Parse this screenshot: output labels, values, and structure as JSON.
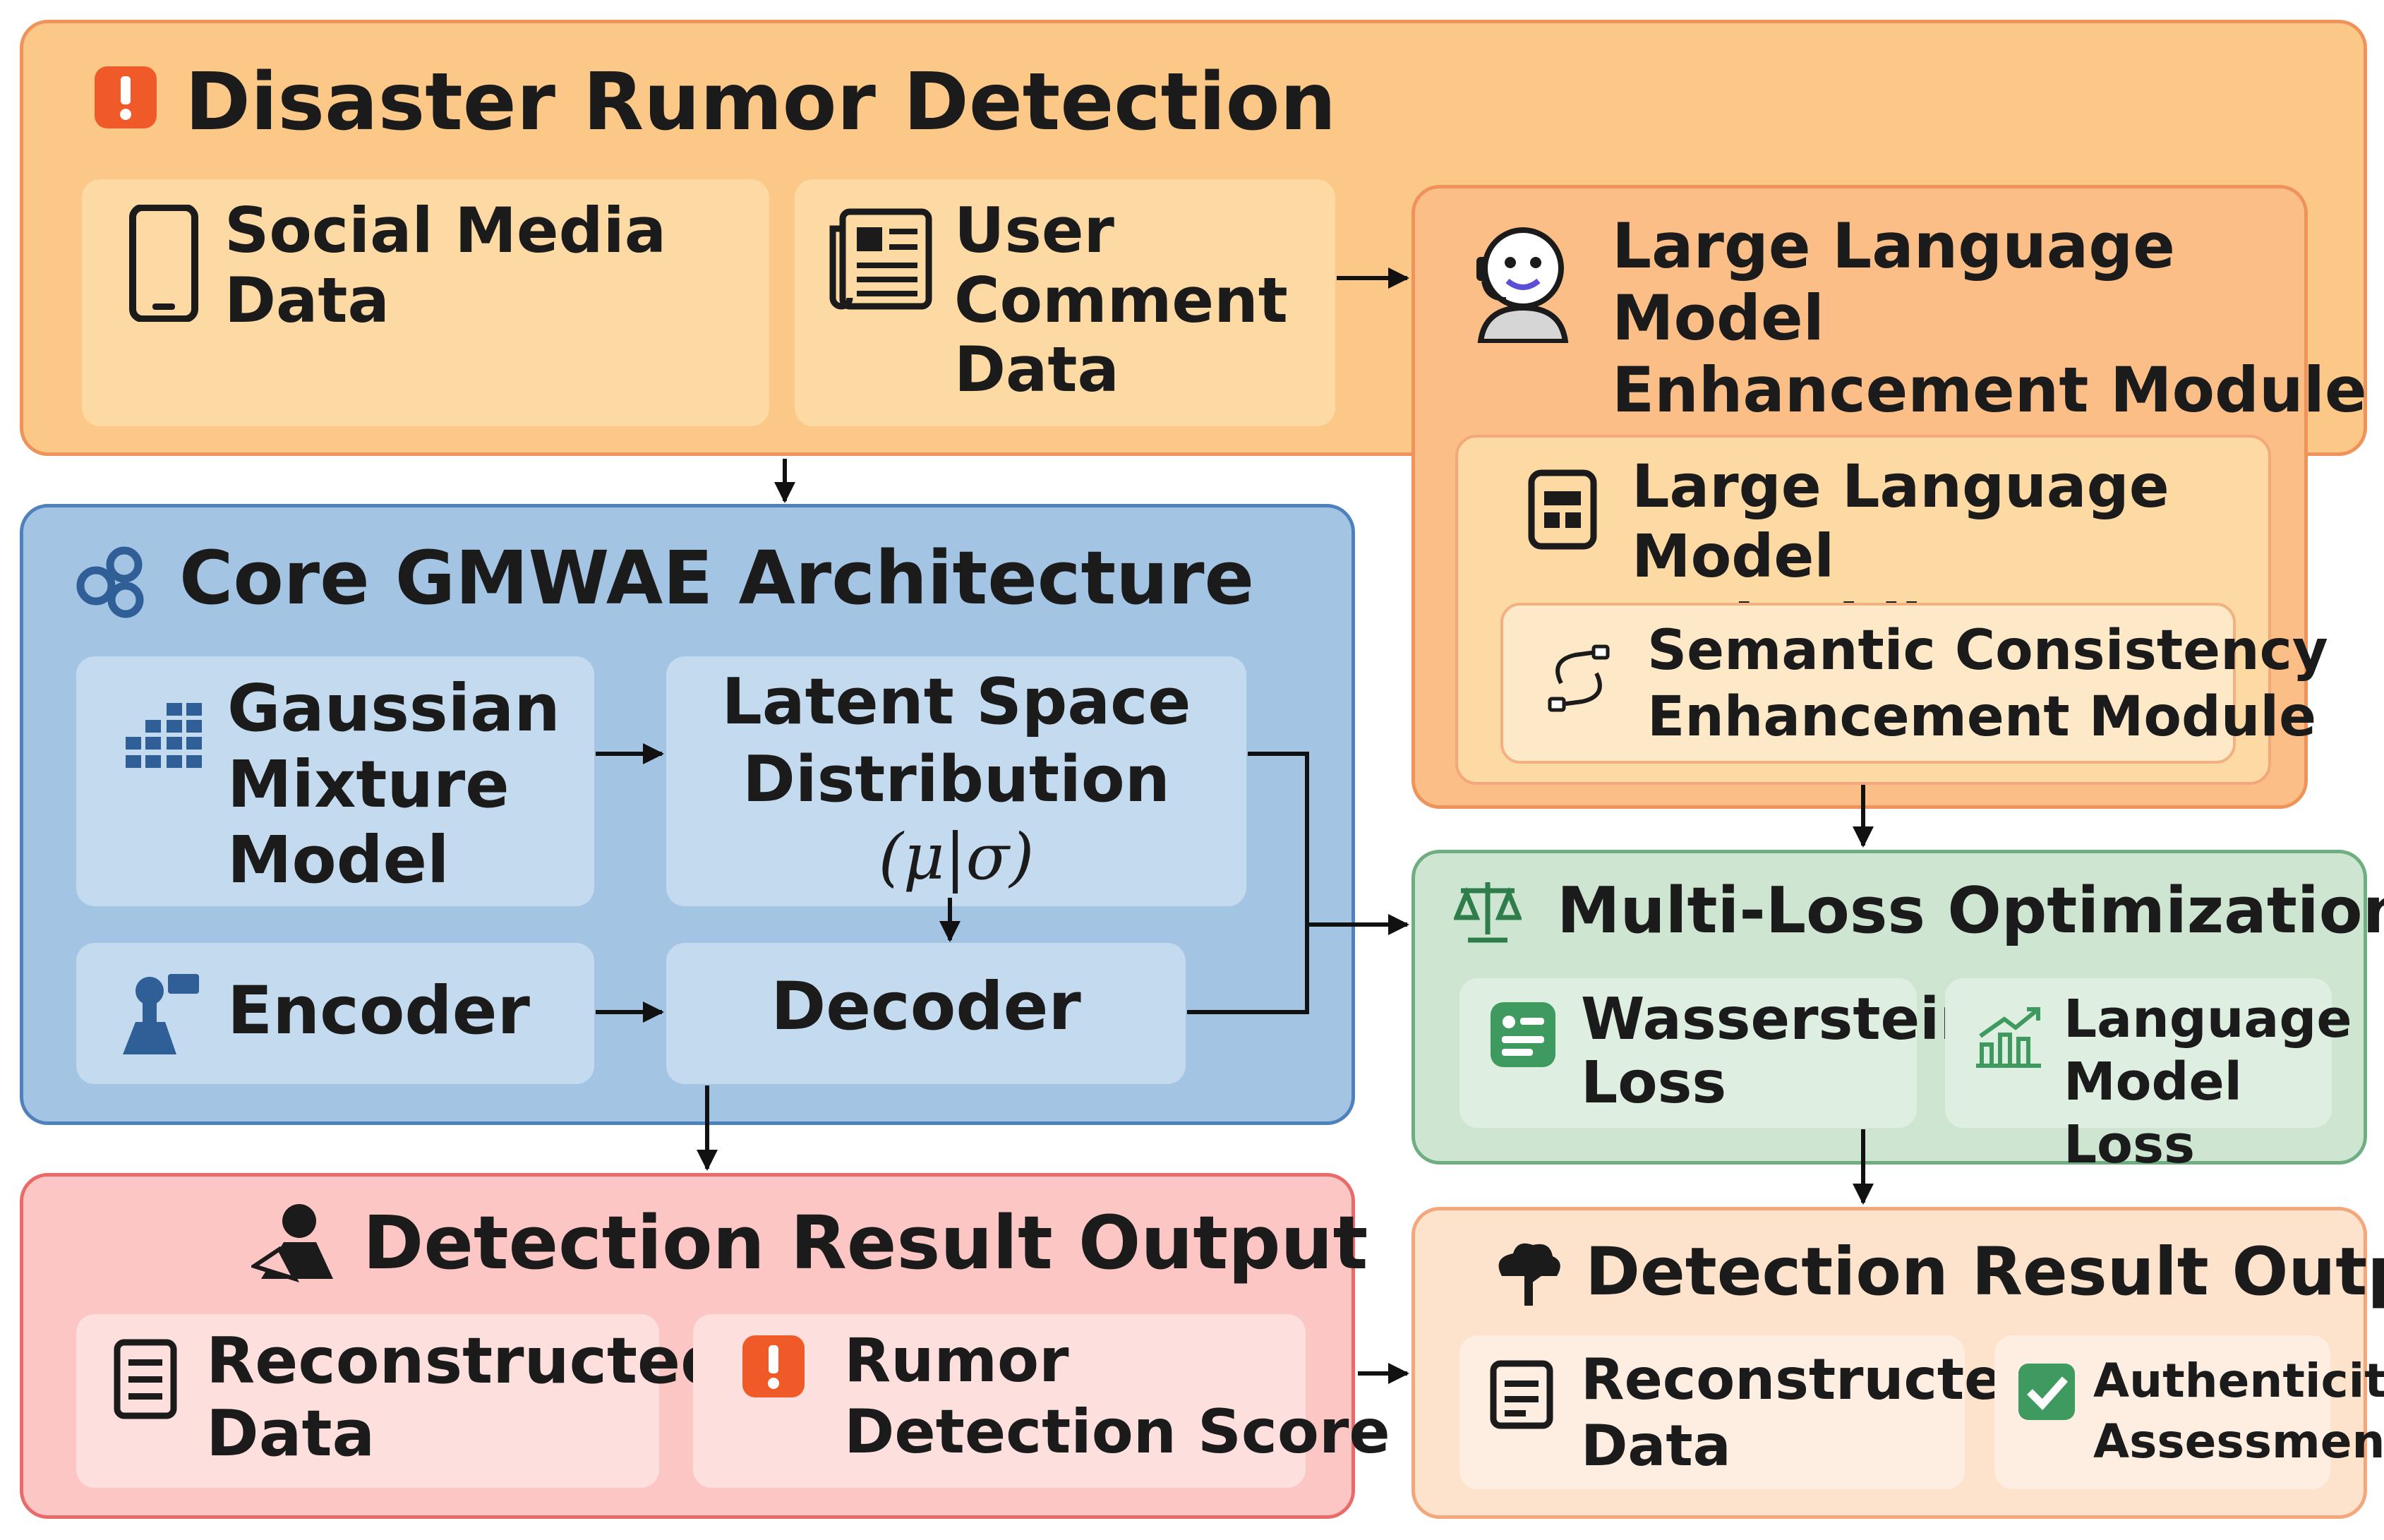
{
  "colors": {
    "orange_panel": "#fbc887",
    "orange_border": "#f0935a",
    "orange_card": "#fdd9a4",
    "llm_panel": "#fbbe86",
    "blue_panel": "#a3c4e3",
    "blue_border": "#4f82bd",
    "blue_card": "#c4daee",
    "green_panel": "#cde5d1",
    "green_border": "#6fae80",
    "green_card": "#deeee1",
    "red_panel": "#fbc6c4",
    "red_border": "#ea6a6a",
    "red_card": "#fde0de",
    "peach_panel": "#fde2cc",
    "peach_border": "#f3a77a",
    "peach_card": "#feeee2",
    "alert": "#f05a28",
    "arrow": "#111111"
  },
  "disaster": {
    "title": "Disaster Rumor Detection",
    "title_icon": "alert-icon",
    "social_media": {
      "icon": "phone-icon",
      "line1": "Social Media",
      "line2": "Data"
    },
    "user_comment": {
      "icon": "newspaper-icon",
      "line1": "User",
      "line2": "Comment",
      "line3": "Data"
    }
  },
  "llm": {
    "title_line1": "Large Language Model",
    "title_line2": "Enhancement Module",
    "title_icon": "robot-icon",
    "embedding": {
      "icon": "embedding-icon",
      "line1": "Large Language Model",
      "line2": "Embedding Layer"
    },
    "semantic": {
      "icon": "link-icon",
      "line1": "Semantic Consistency",
      "line2": "Enhancement Module"
    }
  },
  "core": {
    "title": "Core GMWAE Architecture",
    "title_icon": "molecule-icon",
    "gmm": {
      "icon": "grid-icon",
      "line1": "Gaussian",
      "line2": "Mixture",
      "line3": "Model"
    },
    "latent": {
      "line1": "Latent Space",
      "line2": "Distribution",
      "line3": "(μ|σ)"
    },
    "encoder": {
      "icon": "encoder-icon",
      "label": "Encoder"
    },
    "decoder": {
      "label": "Decoder"
    }
  },
  "multiloss": {
    "title_main": "Multi-Loss Optimization L",
    "title_sub": "a",
    "title_icon": "balance-icon",
    "wasserstein": {
      "icon": "list-icon",
      "line1": "Wasserstein",
      "line2": "Loss"
    },
    "lm_loss": {
      "icon": "chart-icon",
      "line1": "Language",
      "line2": "Model Loss"
    }
  },
  "output_left": {
    "title": "Detection Result Output",
    "title_icon": "person-icon",
    "reconstructed": {
      "icon": "document-icon",
      "line1": "Reconstructed",
      "line2": "Data"
    },
    "score": {
      "icon": "alert-icon",
      "line1": "Rumor",
      "line2": "Detection Score"
    }
  },
  "output_right": {
    "title": "Detection Result Output",
    "title_icon": "tree-icon",
    "reconstructed": {
      "icon": "document-icon",
      "line1": "Reconstructed",
      "line2": "Data"
    },
    "authenticity": {
      "icon": "check-icon",
      "line1": "Authenticity",
      "line2": "Assessment"
    }
  }
}
